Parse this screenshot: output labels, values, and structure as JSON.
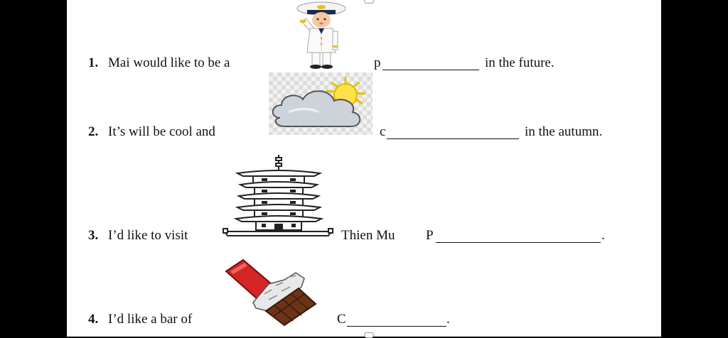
{
  "questions": [
    {
      "num": "1.",
      "before": "Mai would like to be a",
      "letter": "p",
      "after": "in the future.",
      "picture": "sailor-icon"
    },
    {
      "num": "2.",
      "before": "It’s will be cool and",
      "letter": "c",
      "after": "in the autumn.",
      "picture": "cloud-sun-icon"
    },
    {
      "num": "3.",
      "before": "I’d like to visit",
      "middle": "Thien Mu",
      "letter": "P",
      "after": ".",
      "picture": "pagoda-icon"
    },
    {
      "num": "4.",
      "before": "I’d like a bar of",
      "letter": "C",
      "after": ".",
      "picture": "chocolate-bar-icon"
    }
  ]
}
